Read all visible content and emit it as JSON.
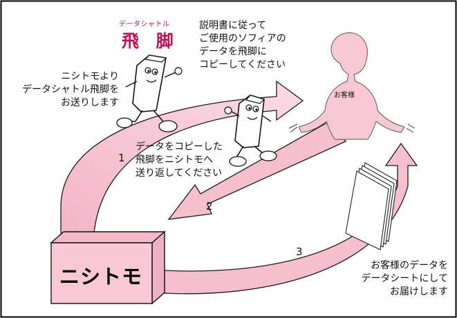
{
  "title": {
    "ruby": "データシャトル",
    "main": "飛 脚"
  },
  "labels": {
    "instructions": "説明書に従って\nご使用のソフィアの\nデータを飛脚に\nコピーしてください",
    "send_shuttle": "ニシトモより\nデータシャトル飛脚を\nお送りします",
    "return_shuttle": "データをコピーした\n飛脚をニシトモへ\n送り返してください",
    "deliver_sheet": "お客様のデータを\nデータシートにして\nお届けします",
    "customer": "お客様",
    "company_box": "ニシトモ"
  },
  "steps": [
    "1",
    "2",
    "3"
  ],
  "colors": {
    "arrow_fill": "#f5bfd0",
    "arrow_stroke": "#1a1a1a",
    "customer_fill": "#f9c8d6",
    "box_front": "#f9c8d6",
    "box_side": "#eeb0c4",
    "accent": "#c0125a",
    "border": "#000000"
  }
}
